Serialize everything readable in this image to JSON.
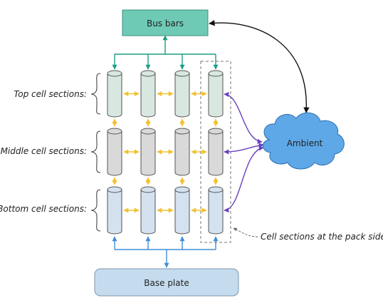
{
  "boxes": {
    "bus_bars": {
      "label": "Bus bars",
      "fill": "#6ecab4",
      "stroke": "#3f8f7d"
    },
    "base_plate": {
      "label": "Base plate",
      "fill": "#c5dcef",
      "stroke": "#7f97ad"
    },
    "ambient": {
      "label": "Ambient",
      "fill": "#5ea8e8",
      "stroke": "#2e6fae"
    }
  },
  "rows": [
    {
      "label": "Top cell sections:",
      "cell_fill": "#d8e7e0"
    },
    {
      "label": "Middle cell sections:",
      "cell_fill": "#d9d9d9"
    },
    {
      "label": "Bottom cell sections:",
      "cell_fill": "#d4e1ef"
    }
  ],
  "side_annotation": "Cell sections at the pack sides",
  "colors": {
    "busbar_link": "#1a9e82",
    "baseplate_link": "#3f8fd8",
    "cell_link": "#f2c230",
    "ambient_link": "#6a3fc2",
    "ambient_busbar_link": "#111111",
    "dashed_box": "#777777"
  }
}
